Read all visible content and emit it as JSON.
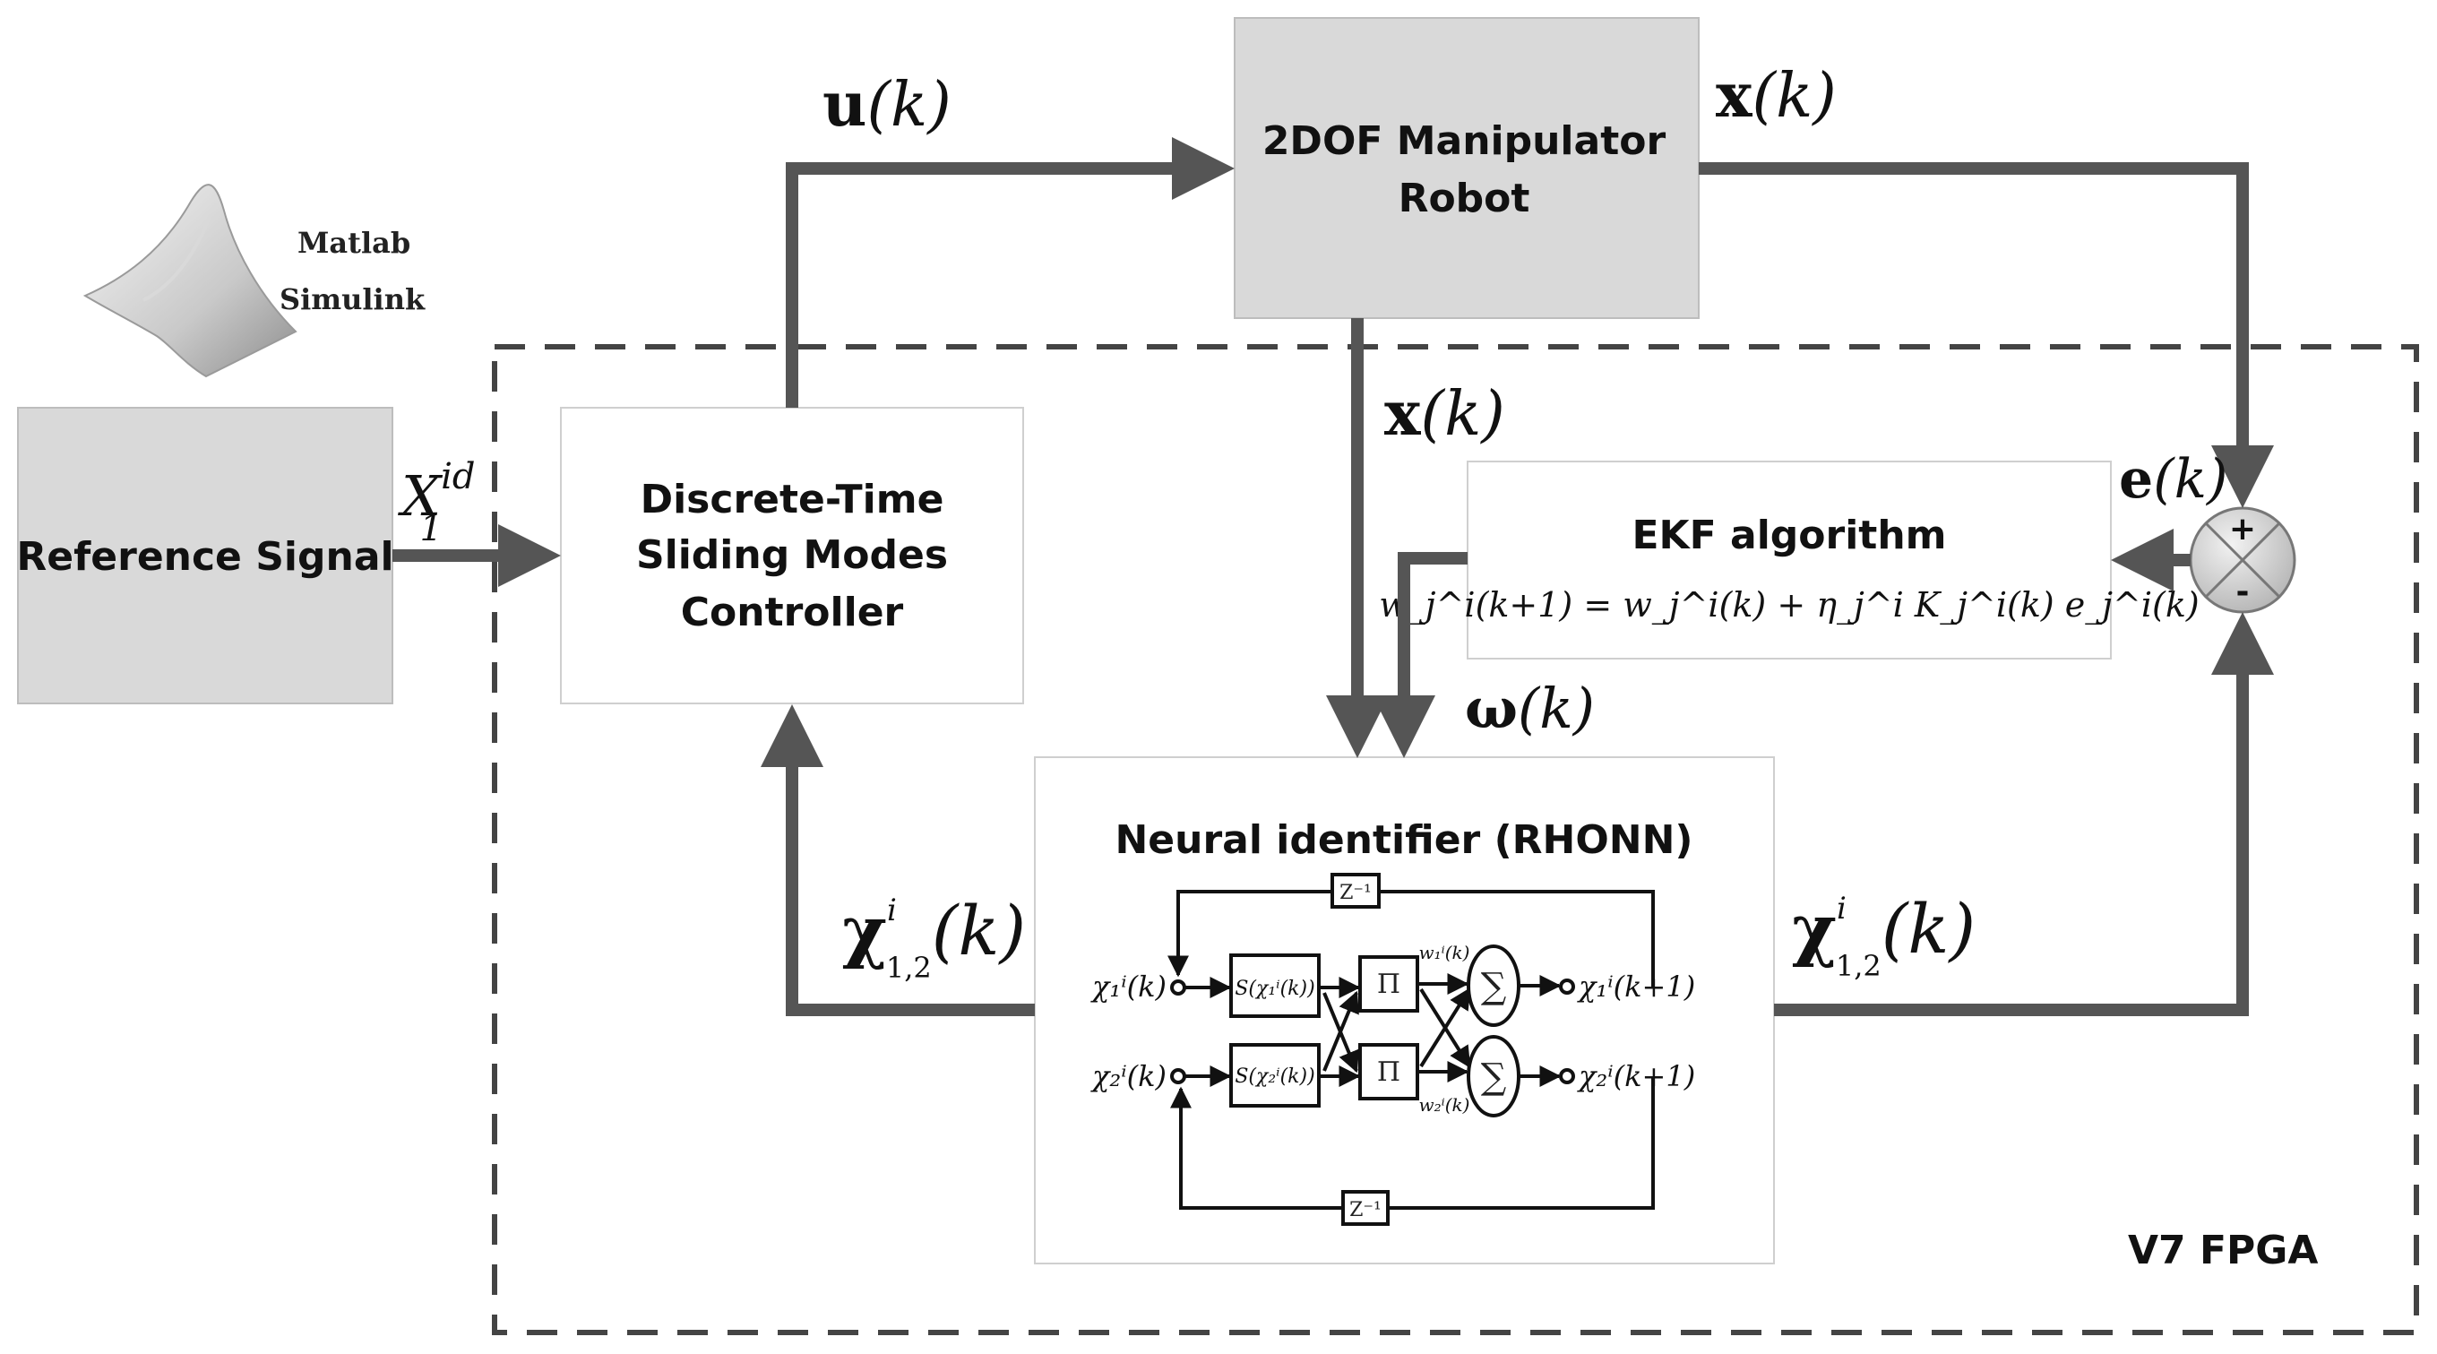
{
  "logo": {
    "line1": "Matlab",
    "line2": "Simulink"
  },
  "blocks": {
    "reference": "Reference Signal",
    "controller": [
      "Discrete-Time",
      "Sliding Modes",
      "Controller"
    ],
    "robot": [
      "2DOF Manipulator",
      "Robot"
    ],
    "ekf_title": "EKF algorithm",
    "ekf_eq": "w_j^i(k+1) = w_j^i(k) + η_j^i K_j^i(k) e_j^i(k)",
    "neural_title": "Neural identifier (RHONN)",
    "fpga": "V7 FPGA"
  },
  "signals": {
    "u": {
      "base": "u",
      "arg": "(k)"
    },
    "x_top": {
      "base": "x",
      "arg": "(k)"
    },
    "x_mid": {
      "base": "x",
      "arg": "(k)"
    },
    "e": {
      "base": "e",
      "arg": "(k)"
    },
    "omega": {
      "base": "ω",
      "arg": "(k)"
    },
    "chi_left": {
      "base": "χ",
      "sup": "i",
      "sub": "1,2",
      "arg": "(k)"
    },
    "chi_right": {
      "base": "χ",
      "sup": "i",
      "sub": "1,2",
      "arg": "(k)"
    },
    "xid": {
      "base": "X",
      "sup": "id",
      "sub": "1"
    }
  },
  "sum_signs": {
    "plus": "+",
    "minus": "-"
  },
  "rhonn": {
    "delay": "Z⁻¹",
    "in1": "χ₁ⁱ(k)",
    "in2": "χ₂ⁱ(k)",
    "s1": "S(χ₁ⁱ(k))",
    "s2": "S(χ₂ⁱ(k))",
    "pi": "Π",
    "w1": "w₁ⁱ(k)",
    "w2": "w₂ⁱ(k)",
    "sigma": "∑",
    "out1": "χ₁ⁱ(k+1)",
    "out2": "χ₂ⁱ(k+1)"
  }
}
